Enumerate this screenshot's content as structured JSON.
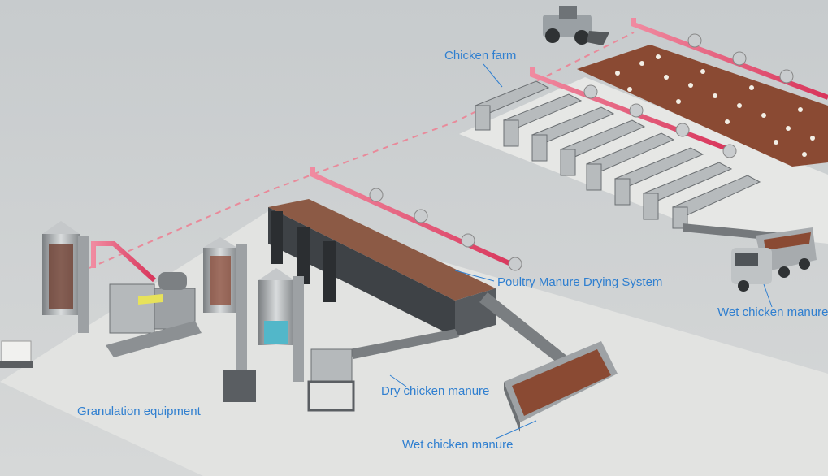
{
  "labels": {
    "chicken_farm": "Chicken farm",
    "drying_system": "Poultry Manure Drying System",
    "wet_manure_right": "Wet chicken manure",
    "dry_manure": "Dry chicken manure",
    "granulation": "Granulation equipment",
    "wet_manure_bottom": "Wet chicken manure"
  },
  "colors": {
    "label": "#2f7fd0",
    "pipe": "#e8456a",
    "floor": "#e4e5e3",
    "manure": "#8a4a33",
    "steel": "#a9adb0",
    "dark_steel": "#3c3f43"
  }
}
